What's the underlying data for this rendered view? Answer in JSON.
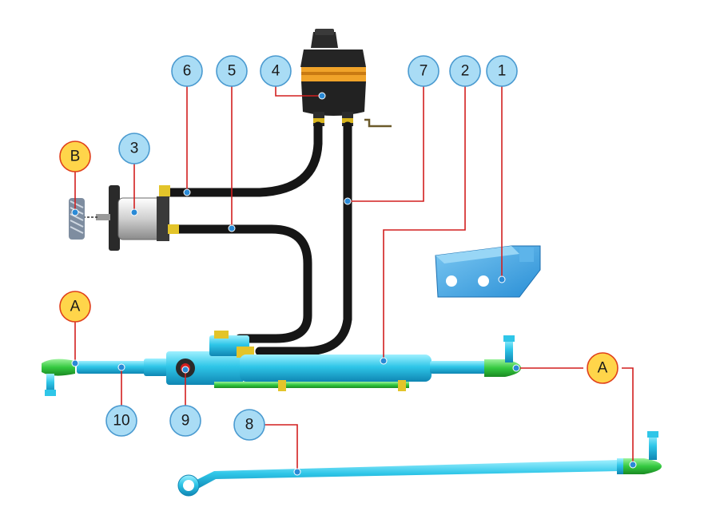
{
  "colors": {
    "callout_fill": "#a9dcf5",
    "callout_stroke": "#4a9ad0",
    "callout_alt_fill": "#ffd54a",
    "callout_alt_stroke": "#e0401a",
    "leader": "#d21f1f",
    "part_cyan": "#2fc6e8",
    "part_green": "#3bd24a",
    "hose": "#1b1b1b",
    "reservoir_band": "#f0a329",
    "bracket": "#3aa5e6",
    "pump": "#c9c9c9"
  },
  "callouts": {
    "c1": "1",
    "c2": "2",
    "c3": "3",
    "c4": "4",
    "c5": "5",
    "c6": "6",
    "c7": "7",
    "c8": "8",
    "c9": "9",
    "c10": "10",
    "cA1": "A",
    "cA2": "A",
    "cB": "B"
  }
}
